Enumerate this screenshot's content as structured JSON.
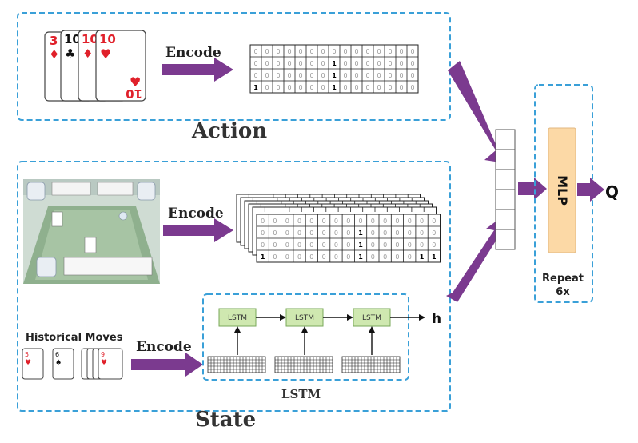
{
  "action_section": {
    "title": "Action",
    "encode_label": "Encode",
    "cards": [
      {
        "rank": "3",
        "suit": "♦",
        "color": "#e0202a"
      },
      {
        "rank": "10",
        "suit": "♣",
        "color": "#111111"
      },
      {
        "rank": "10",
        "suit": "♦",
        "color": "#e0202a"
      },
      {
        "rank": "10",
        "suit": "♥",
        "color": "#e0202a"
      }
    ],
    "matrix": {
      "rows": 4,
      "cols": 15,
      "ones": [
        [
          1,
          7
        ],
        [
          2,
          7
        ],
        [
          3,
          0
        ],
        [
          3,
          7
        ]
      ]
    }
  },
  "state_section": {
    "title": "State",
    "encode_label": "Encode",
    "matrix": {
      "rows": 4,
      "cols": 15,
      "ones": [
        [
          1,
          8
        ],
        [
          2,
          8
        ],
        [
          3,
          0
        ],
        [
          3,
          8
        ],
        [
          3,
          13
        ],
        [
          3,
          14
        ]
      ]
    },
    "historical_moves_label": "Historical Moves",
    "lstm_encode_label": "Encode",
    "lstm_cells": [
      "LSTM",
      "LSTM",
      "LSTM"
    ],
    "lstm_output": "h",
    "lstm_group_label": "LSTM",
    "history_cards": [
      {
        "rank": "5",
        "suit": "♥",
        "color": "#e0202a"
      },
      {
        "rank": "6",
        "suit": "♠",
        "color": "#111111"
      },
      {
        "rank": "9",
        "suit": "♥",
        "color": "#e0202a"
      }
    ]
  },
  "model": {
    "mlp_label": "MLP",
    "repeat_label_line1": "Repeat",
    "repeat_label_line2": "6x",
    "output": "Q"
  },
  "colors": {
    "dashed_border": "#3aa0d8",
    "arrow": "#7b3a8f",
    "mlp_fill": "#fcd9a6",
    "lstm_fill": "#cfe8b0"
  }
}
